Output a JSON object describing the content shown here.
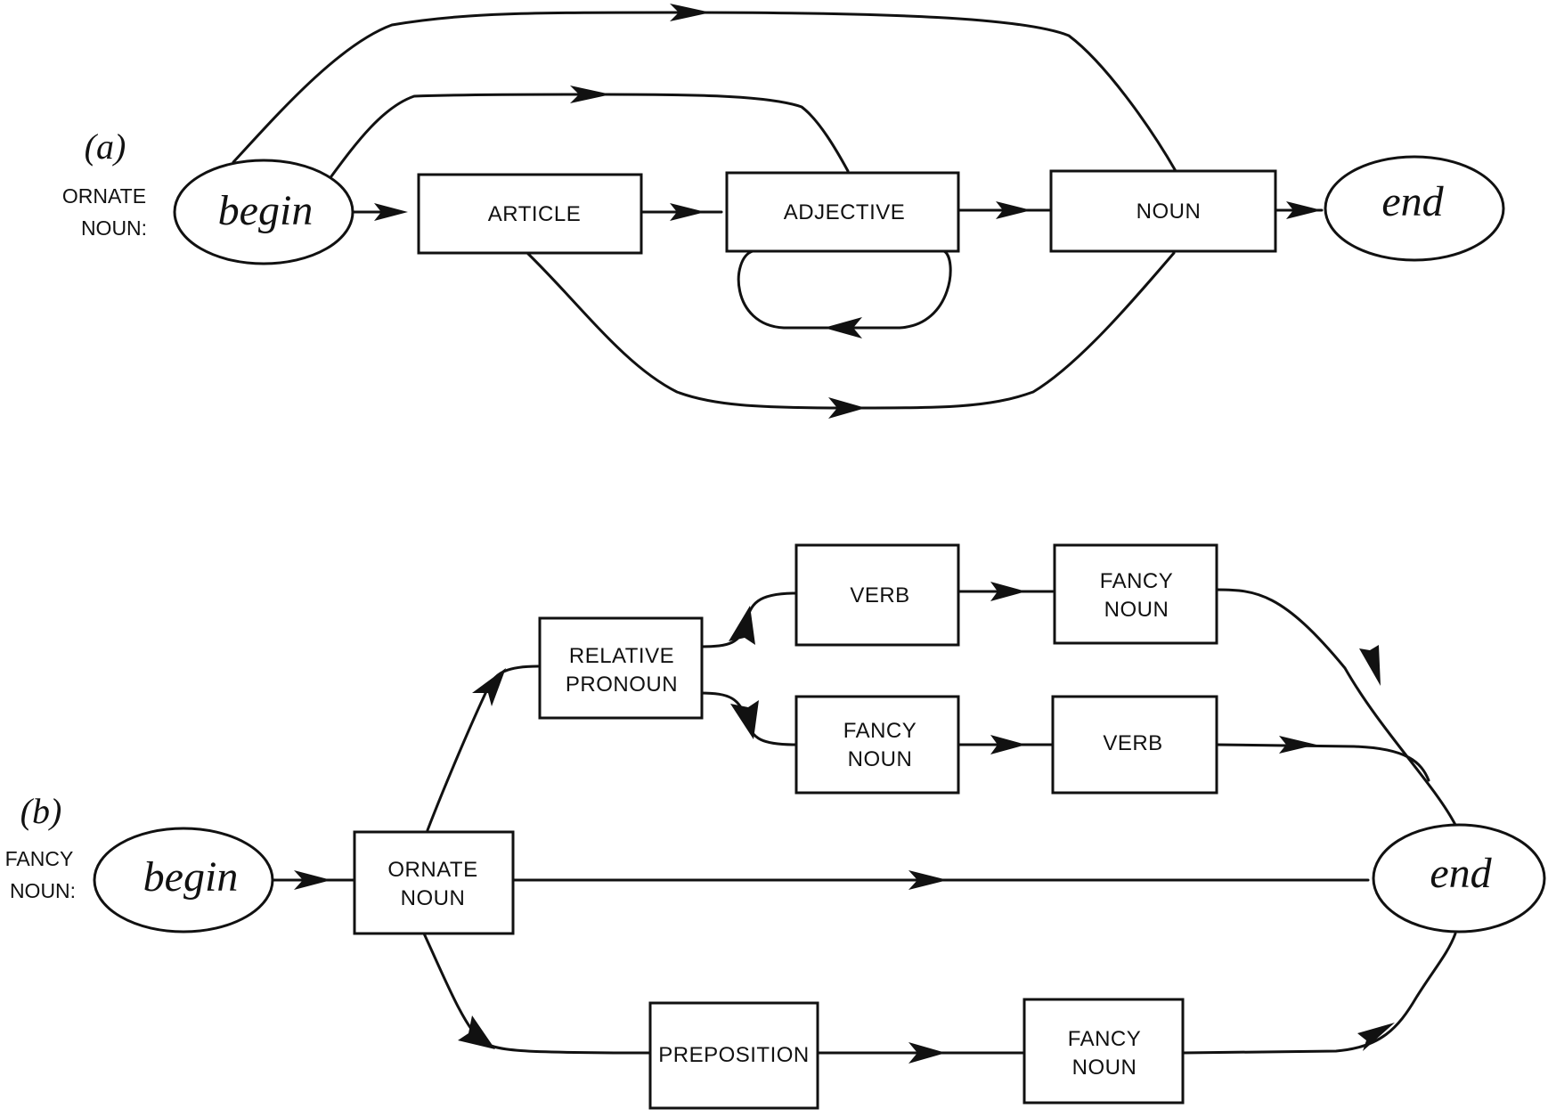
{
  "panel_a": {
    "panel_label": "(a)",
    "side_label_line1": "ORNATE",
    "side_label_line2": "NOUN:",
    "begin": "begin",
    "end": "end",
    "article": "ARTICLE",
    "adjective": "ADJECTIVE",
    "noun": "NOUN"
  },
  "panel_b": {
    "panel_label": "(b)",
    "side_label_line1": "FANCY",
    "side_label_line2": "NOUN:",
    "begin": "begin",
    "end": "end",
    "ornate_noun_line1": "ORNATE",
    "ornate_noun_line2": "NOUN",
    "relative_pronoun_line1": "RELATIVE",
    "relative_pronoun_line2": "PRONOUN",
    "verb_top": "VERB",
    "fancy_noun_top_line1": "FANCY",
    "fancy_noun_top_line2": "NOUN",
    "fancy_noun_mid_line1": "FANCY",
    "fancy_noun_mid_line2": "NOUN",
    "verb_mid": "VERB",
    "preposition": "PREPOSITION",
    "fancy_noun_bot_line1": "FANCY",
    "fancy_noun_bot_line2": "NOUN"
  }
}
